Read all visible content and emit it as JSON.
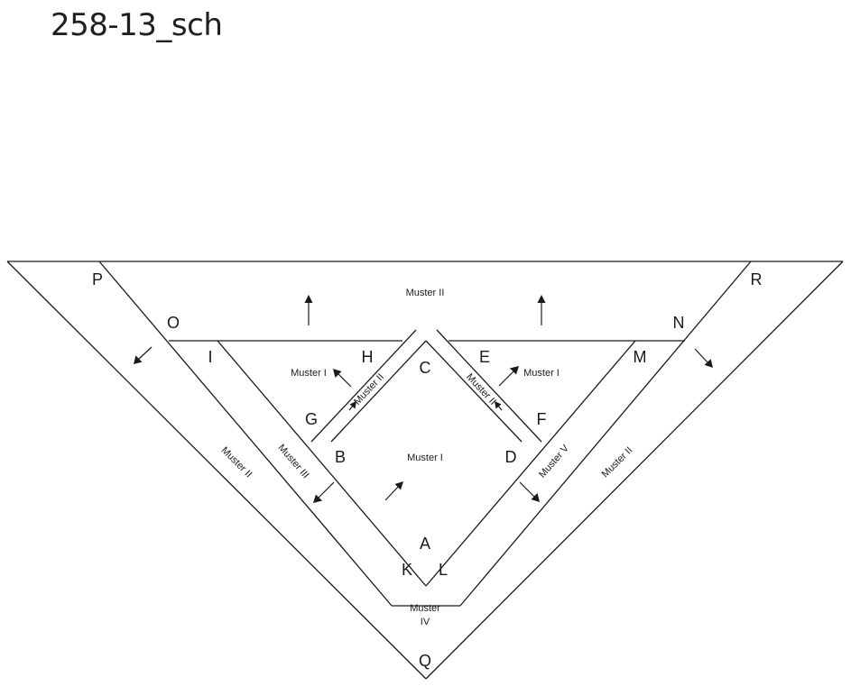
{
  "title": "258-13_sch",
  "points": {
    "A": "A",
    "B": "B",
    "C": "C",
    "D": "D",
    "E": "E",
    "F": "F",
    "G": "G",
    "H": "H",
    "I": "I",
    "K": "K",
    "L": "L",
    "M": "M",
    "N": "N",
    "O": "O",
    "P": "P",
    "Q": "Q",
    "R": "R"
  },
  "patterns": {
    "top_band": "Muster II",
    "left_triangle": "Muster I",
    "left_strip": "Muster II",
    "center_square": "Muster I",
    "right_strip": "Muster II",
    "right_triangle": "Muster I",
    "left_mid_strip": "Muster III",
    "right_mid_strip": "Muster V",
    "left_outer_band": "Muster II",
    "right_outer_band": "Muster II",
    "bottom_line1": "Muster",
    "bottom_line2": "IV"
  },
  "colors": {
    "ink": "#1a1a1a",
    "background": "#ffffff"
  }
}
